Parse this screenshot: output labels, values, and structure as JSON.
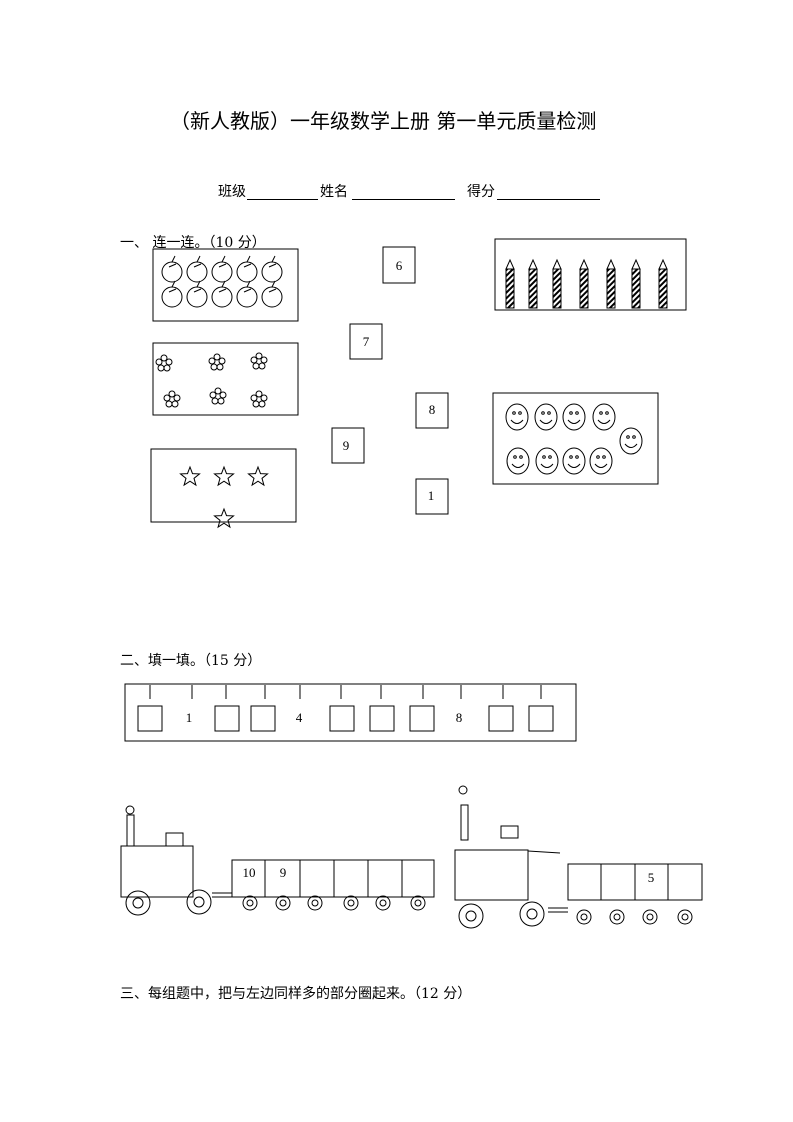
{
  "title": "（新人教版）一年级数学上册 第一单元质量检测",
  "header": {
    "class_label": "班级",
    "name_label": "姓名",
    "score_label": "得分"
  },
  "section1": {
    "heading": "一、 连一连。（10 分）",
    "numbers": [
      "6",
      "7",
      "8",
      "9",
      "1"
    ]
  },
  "section2": {
    "heading": "二、填一填。（15 分）",
    "line_numbers": [
      "1",
      "4",
      "8"
    ],
    "train1_cars": [
      "10",
      "9"
    ],
    "train2_cars": [
      "5"
    ]
  },
  "section3": {
    "heading": "三、每组题中，把与左边同样多的部分圈起来。（12 分）"
  }
}
